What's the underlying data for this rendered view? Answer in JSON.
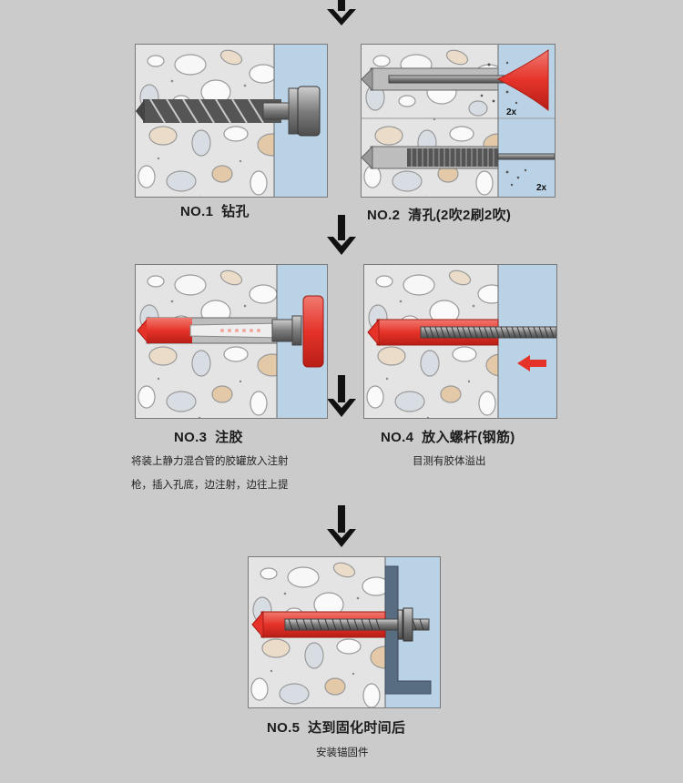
{
  "steps": [
    {
      "no": "NO.1",
      "title": "钻孔",
      "desc": []
    },
    {
      "no": "NO.2",
      "title": "清孔(2吹2刷2吹)",
      "desc": [],
      "badges": [
        "2x",
        "2x"
      ]
    },
    {
      "no": "NO.3",
      "title": "注胶",
      "desc": [
        "将装上静力混合管的胶罐放入注射",
        "枪，插入孔底，边注射，边往上提"
      ]
    },
    {
      "no": "NO.4",
      "title": "放入螺杆(钢筋)",
      "desc": [
        "目测有胶体溢出"
      ]
    },
    {
      "no": "NO.5",
      "title": "达到固化时间后",
      "desc": [
        "安装锚固件"
      ]
    }
  ],
  "colors": {
    "background": "#cbcbcb",
    "wall": "#e3e3e3",
    "air_gap": "#b9d2e6",
    "adhesive": "#e5332a",
    "arrow": "#111111"
  },
  "icons": [
    "down-arrow-icon",
    "left-arrow-icon"
  ]
}
